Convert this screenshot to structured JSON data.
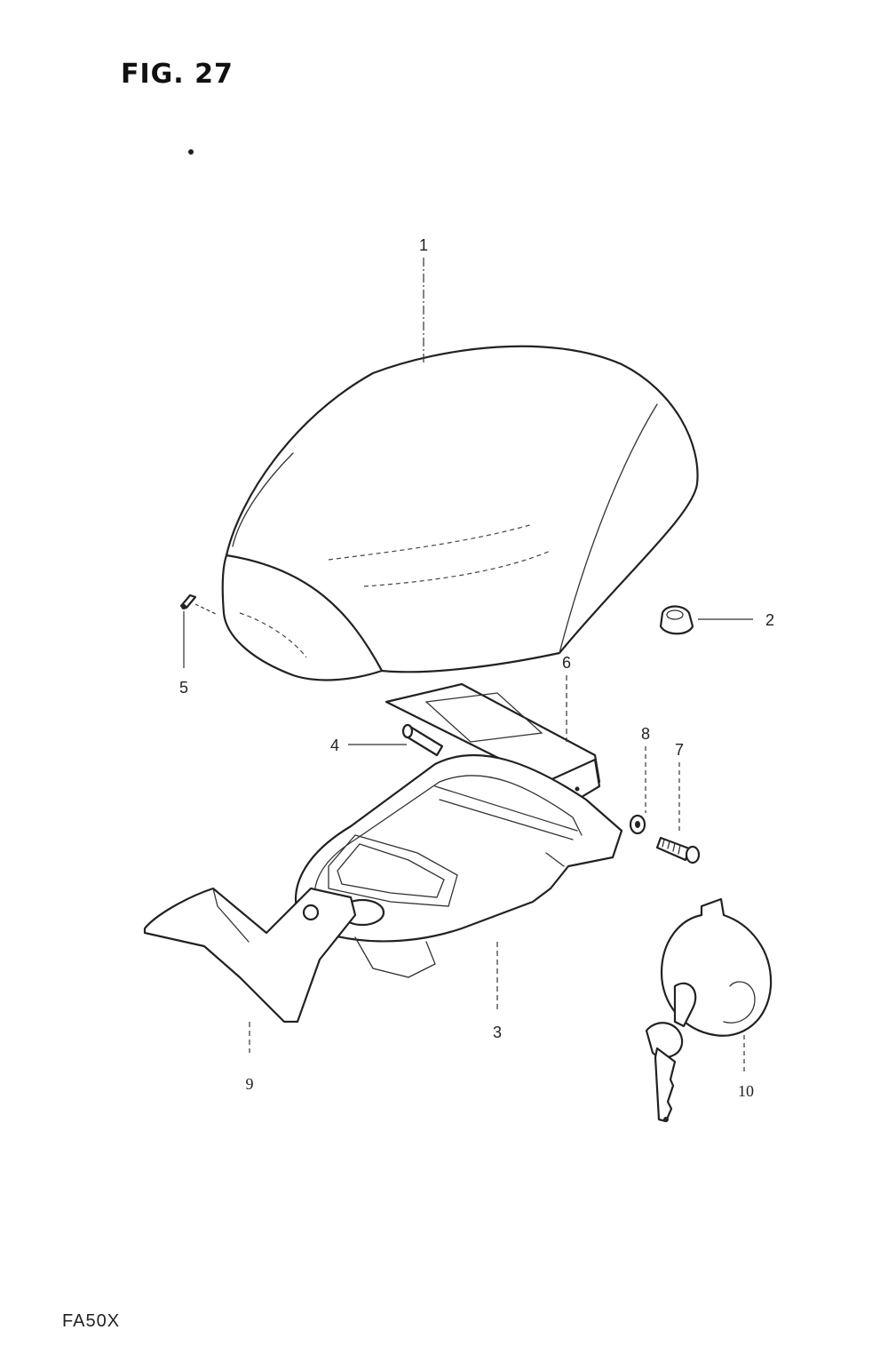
{
  "figure": {
    "title": "FIG. 27",
    "model_code": "FA50X"
  },
  "parts": [
    {
      "number": "1",
      "icon": "seat-icon"
    },
    {
      "number": "2",
      "icon": "cushion-icon"
    },
    {
      "number": "3",
      "icon": "seat-base-plate-icon"
    },
    {
      "number": "4",
      "icon": "hinge-pin-icon"
    },
    {
      "number": "5",
      "icon": "clip-icon"
    },
    {
      "number": "6",
      "icon": "seat-hinge-bracket-icon"
    },
    {
      "number": "7",
      "icon": "bolt-icon"
    },
    {
      "number": "8",
      "icon": "washer-icon"
    },
    {
      "number": "9",
      "icon": "seat-latch-bracket-icon"
    },
    {
      "number": "10",
      "icon": "seat-lock-with-key-icon"
    }
  ]
}
